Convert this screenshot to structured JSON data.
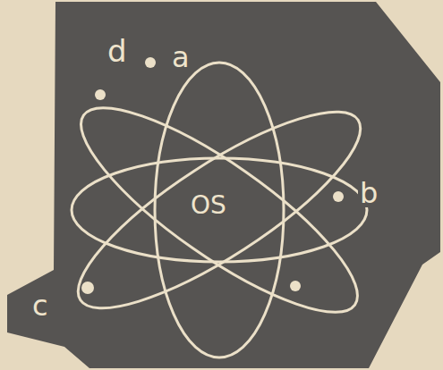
{
  "diagram": {
    "labels": [
      "d",
      "a",
      "OS",
      "b",
      "c"
    ]
  }
}
